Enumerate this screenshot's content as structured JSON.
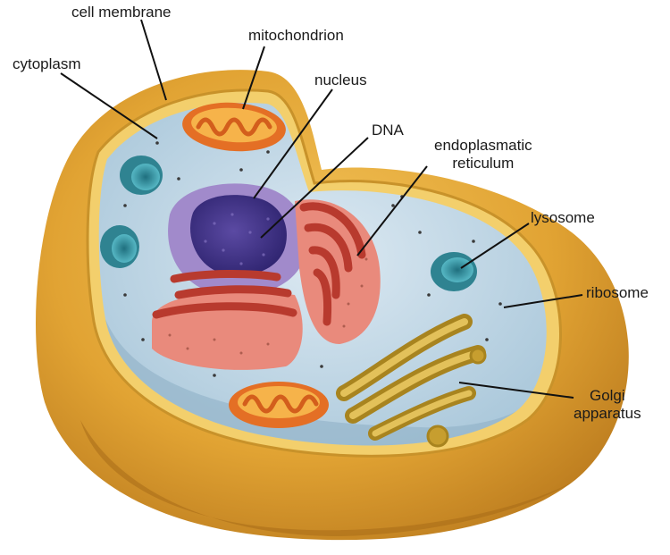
{
  "labels": {
    "cell_membrane": "cell membrane",
    "mitochondrion": "mitochondrion",
    "cytoplasm": "cytoplasm",
    "nucleus": "nucleus",
    "dna": "DNA",
    "er_line1": "endoplasmatic",
    "er_line2": "reticulum",
    "lysosome": "lysosome",
    "ribosome": "ribosome",
    "golgi_line1": "Golgi",
    "golgi_line2": "apparatus"
  },
  "colors": {
    "membrane": "#d9a02e",
    "cytoplasm": "#bcd6e6",
    "nucleus_outer": "#9f86c9",
    "nucleus_inner": "#4a3a8e",
    "er": "#d8574a",
    "mitochondrion": "#f08a3a",
    "lysosome": "#3a9aa8",
    "golgi": "#b8932a"
  }
}
